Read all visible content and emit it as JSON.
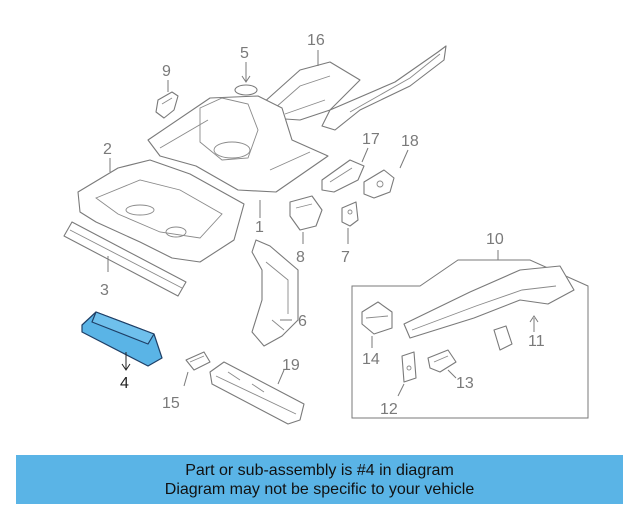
{
  "callouts": {
    "c1": "1",
    "c2": "2",
    "c3": "3",
    "c4": "4",
    "c5": "5",
    "c6": "6",
    "c7": "7",
    "c8": "8",
    "c9": "9",
    "c10": "10",
    "c11": "11",
    "c12": "12",
    "c13": "13",
    "c14": "14",
    "c15": "15",
    "c16": "16",
    "c17": "17",
    "c18": "18",
    "c19": "19"
  },
  "highlighted_part": "4",
  "colors": {
    "highlight": "#5ab4e6",
    "banner": "#5ab4e6",
    "line": "#7a7a7a"
  },
  "banner": {
    "line1": "Part or sub-assembly is #4 in diagram",
    "line2": "Diagram may not be specific to your vehicle"
  }
}
